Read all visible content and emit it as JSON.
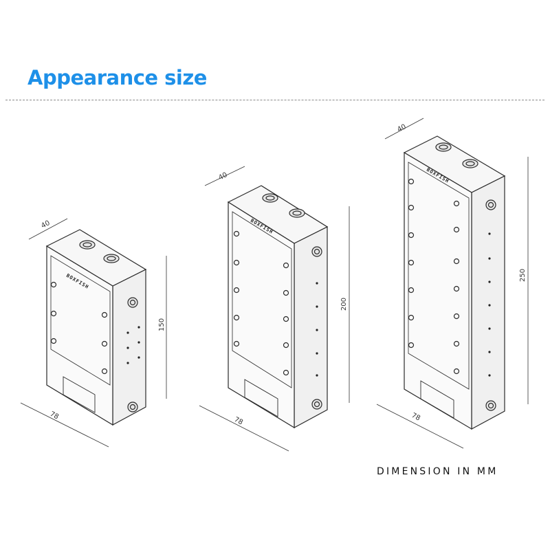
{
  "header": {
    "title": "Appearance size"
  },
  "footer": {
    "note": "DIMENSION IN MM"
  },
  "colors": {
    "accent": "#1e90e8",
    "line": "#2a2a2a",
    "panel": "#f3f3f3"
  },
  "products": [
    {
      "height_label": "150",
      "depth_label": "40",
      "width_label": "78",
      "brand": "BOXFISH"
    },
    {
      "height_label": "200",
      "depth_label": "40",
      "width_label": "78",
      "brand": "BOXFISH"
    },
    {
      "height_label": "250",
      "depth_label": "40",
      "width_label": "78",
      "brand": "BOXFISH"
    }
  ]
}
